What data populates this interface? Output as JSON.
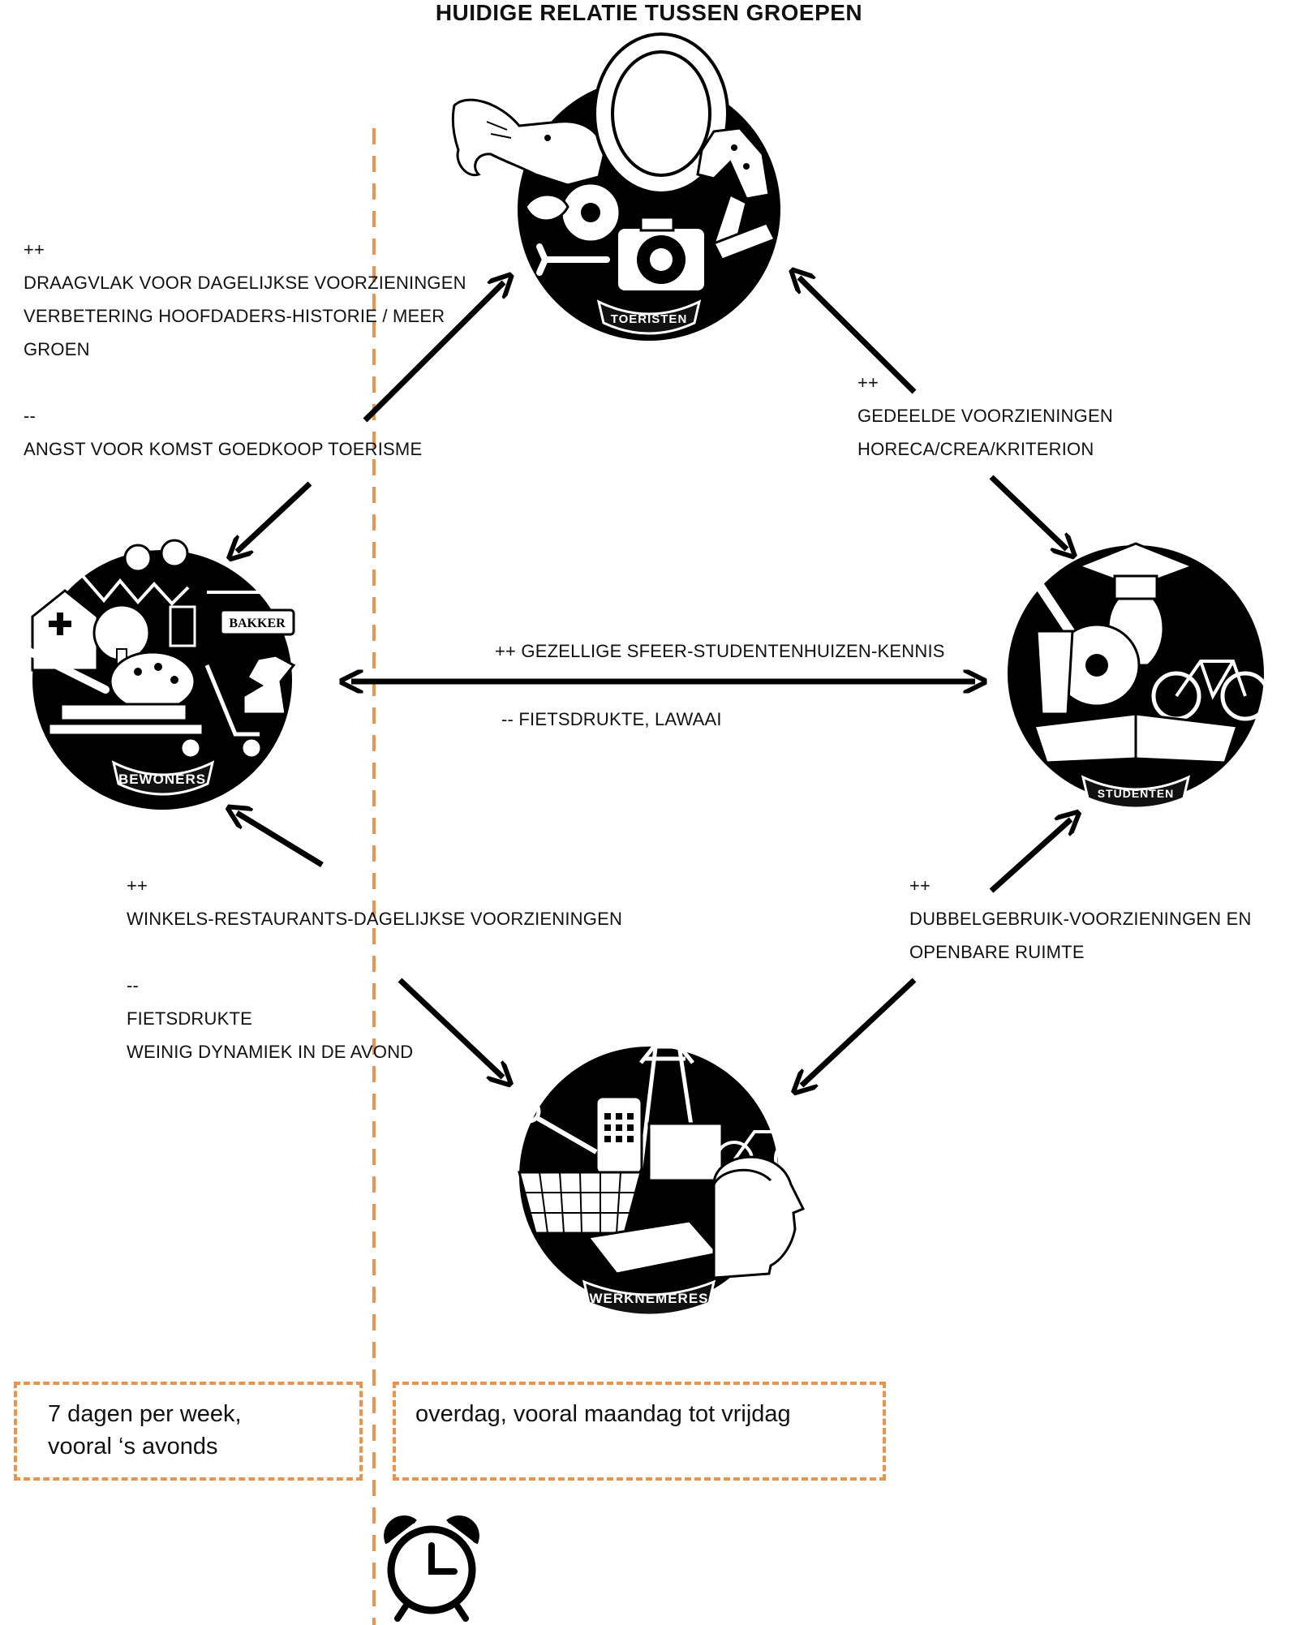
{
  "title": "HUIDIGE RELATIE TUSSEN GROEPEN",
  "colors": {
    "dash": "#e8944d",
    "ink": "#000000",
    "badge": "#111111"
  },
  "groups": {
    "toeristen": "TOERISTEN",
    "bewoners": "BEWONERS",
    "studenten": "STUDENTEN",
    "werknemers": "WERKNEMERES",
    "bakker_sign": "BAKKER"
  },
  "relations": {
    "bew_toer": {
      "plus": "++",
      "pos_lines": [
        "DRAAGVLAK VOOR DAGELIJKSE VOORZIENINGEN",
        "VERBETERING HOOFDADERS-HISTORIE / MEER",
        "GROEN"
      ],
      "minus": "--",
      "neg_lines": [
        "ANGST VOOR KOMST GOEDKOOP TOERISME"
      ]
    },
    "toer_stud": {
      "plus": "++",
      "pos_lines": [
        "GEDEELDE VOORZIENINGEN",
        "HORECA/CREA/KRITERION"
      ]
    },
    "bew_stud": {
      "pos": "++ GEZELLIGE SFEER-STUDENTENHUIZEN-KENNIS",
      "neg": "-- FIETSDRUKTE, LAWAAI"
    },
    "bew_werk": {
      "plus": "++",
      "pos_lines": [
        "WINKELS-RESTAURANTS-DAGELIJKSE VOORZIENINGEN"
      ],
      "minus": "--",
      "neg_lines": [
        "FIETSDRUKTE",
        "WEINIG DYNAMIEK IN DE AVOND"
      ]
    },
    "stud_werk": {
      "plus": "++",
      "pos_lines": [
        "DUBBELGEBRUIK-VOORZIENINGEN EN",
        "OPENBARE RUIMTE"
      ]
    }
  },
  "timeboxes": {
    "left": [
      "7 dagen per week,",
      "vooral ‘s avonds"
    ],
    "right": [
      "overdag, vooral maandag tot vrijdag"
    ]
  },
  "icons": {
    "clock": "alarm-clock-icon"
  }
}
